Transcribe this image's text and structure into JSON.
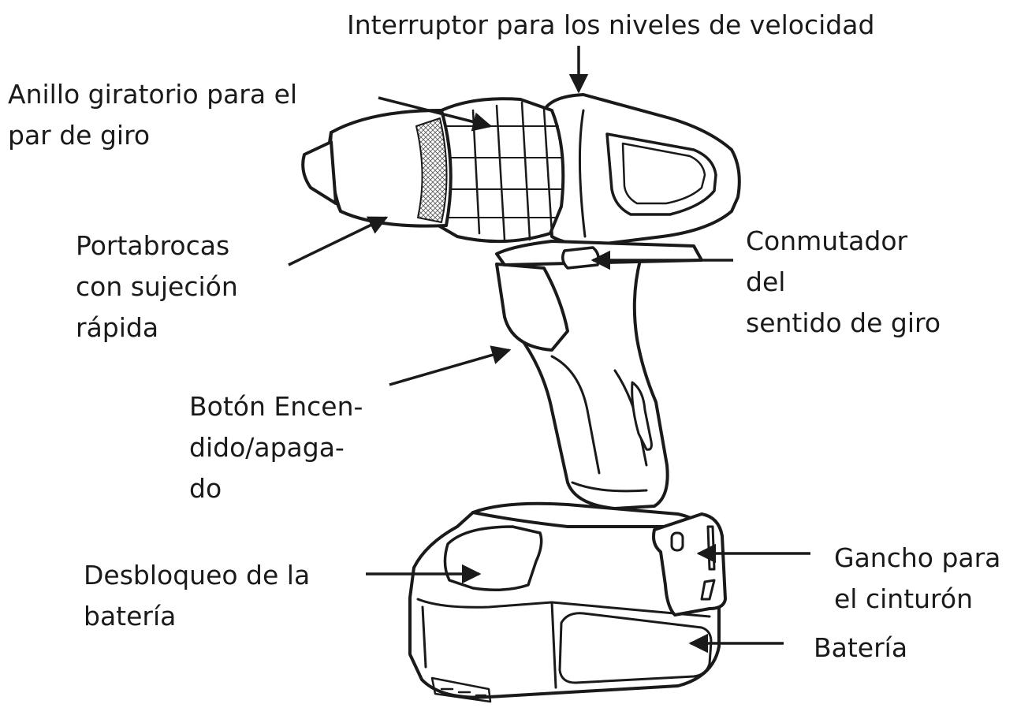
{
  "labels": {
    "speed_switch": "Interruptor para los niveles de velocidad",
    "torque_ring": [
      "Anillo giratorio para el",
      "par de giro"
    ],
    "chuck": [
      "Portabrocas",
      "con sujeción",
      "rápida"
    ],
    "direction_switch": [
      "Conmutador",
      "del",
      "sentido de giro"
    ],
    "power_button": [
      "Botón Encen-",
      "dido/apaga-",
      "do"
    ],
    "battery_release": [
      "Desbloqueo de la",
      "batería"
    ],
    "belt_hook": [
      "Gancho para",
      "el cinturón"
    ],
    "battery": "Batería"
  },
  "colors": {
    "line": "#1a1a1a",
    "background": "#ffffff"
  },
  "icons": {
    "tool": "cordless-drill-illustration"
  }
}
